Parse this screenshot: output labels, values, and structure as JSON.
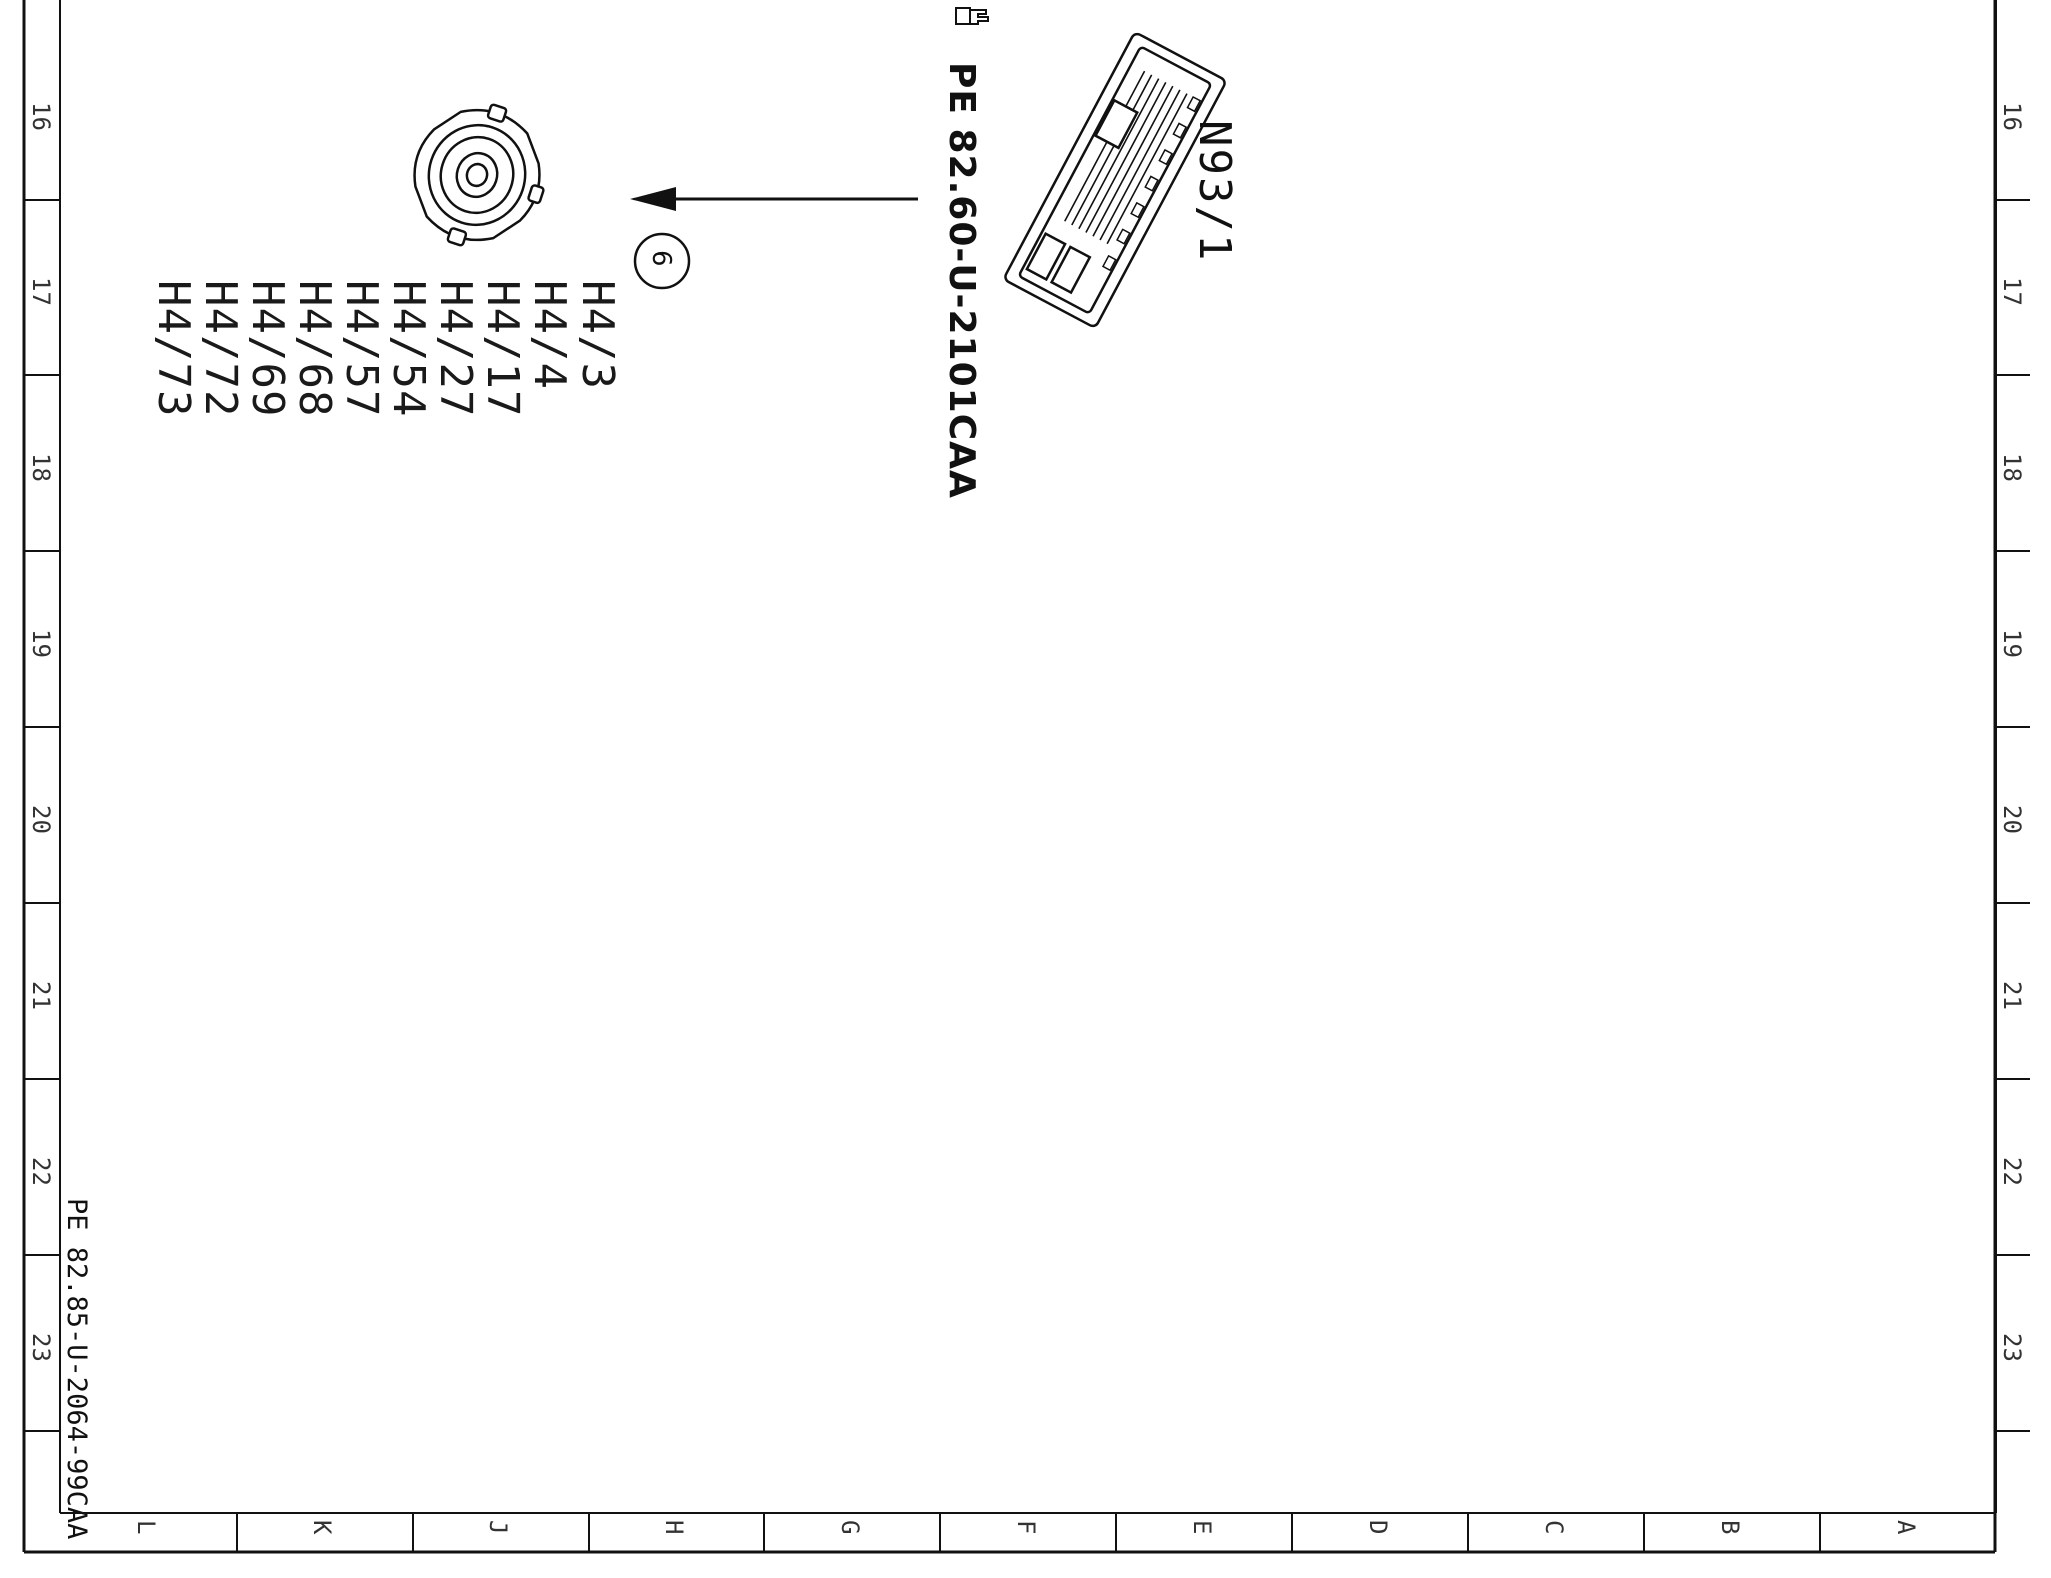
{
  "component_label": "N93/1",
  "reference_main": "PE 82.60-U-2101CAA",
  "reference_footer": "PE 82.85-U-2064-99CAA",
  "callout_number": "6",
  "part_codes": [
    "H4/3",
    "H4/4",
    "H4/17",
    "H4/27",
    "H4/54",
    "H4/57",
    "H4/68",
    "H4/69",
    "H4/72",
    "H4/73"
  ],
  "row_numbers": [
    "16",
    "17",
    "18",
    "19",
    "20",
    "21",
    "22",
    "23"
  ],
  "column_letters": [
    "L",
    "K",
    "J",
    "H",
    "G",
    "F",
    "E",
    "D",
    "C",
    "B",
    "A"
  ],
  "icons": [
    "pointing-hand-icon",
    "connector-module-icon",
    "speaker-icon",
    "arrow-left-icon"
  ]
}
